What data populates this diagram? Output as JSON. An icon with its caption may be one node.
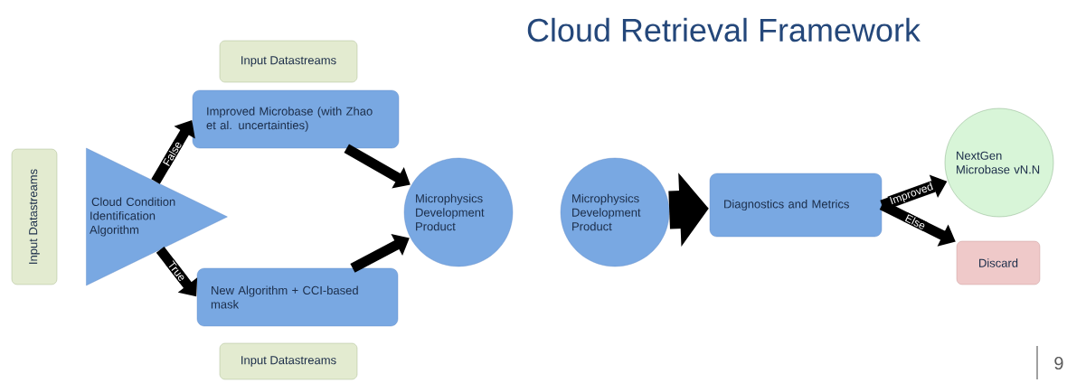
{
  "diagram": {
    "title": "Cloud Retrieval Framework",
    "nodes": [
      {
        "text": [
          "Input Datastreams"
        ]
      },
      {
        "text": [
          "Input Datastreams"
        ]
      },
      {
        "text": [
          "Cloud Condition Identification Algorithm"
        ]
      },
      {
        "text": [
          "Improved Microbase (with Zhao et al. uncertainties)"
        ]
      },
      {
        "text": [
          "New Algorithm + CCI-based mask"
        ]
      },
      {
        "text": [
          "Input Datastreams"
        ]
      },
      {
        "text": [
          "Microphysics Development Product"
        ]
      },
      {
        "text": [
          "Microphysics Development Product"
        ]
      },
      {
        "text": [
          "Diagnostics and Metrics"
        ]
      },
      {
        "text": [
          "NextGen Microbase vN.N"
        ]
      },
      {
        "text": [
          "Discard"
        ]
      }
    ],
    "edges": [
      {
        "from": 2,
        "to": 3,
        "arrow": "to",
        "label": "False"
      },
      {
        "from": 2,
        "to": 4,
        "arrow": "to",
        "label": "True"
      },
      {
        "from": 3,
        "to": 6,
        "arrow": "to"
      },
      {
        "from": 4,
        "to": 6,
        "arrow": "to"
      },
      {
        "from": 7,
        "to": 8,
        "arrow": "to",
        "style": "thick"
      },
      {
        "from": 8,
        "to": 9,
        "arrow": "to",
        "label": "Improved"
      },
      {
        "from": 8,
        "to": 10,
        "arrow": "to",
        "label": "Else"
      }
    ],
    "labels": [
      "9"
    ]
  }
}
